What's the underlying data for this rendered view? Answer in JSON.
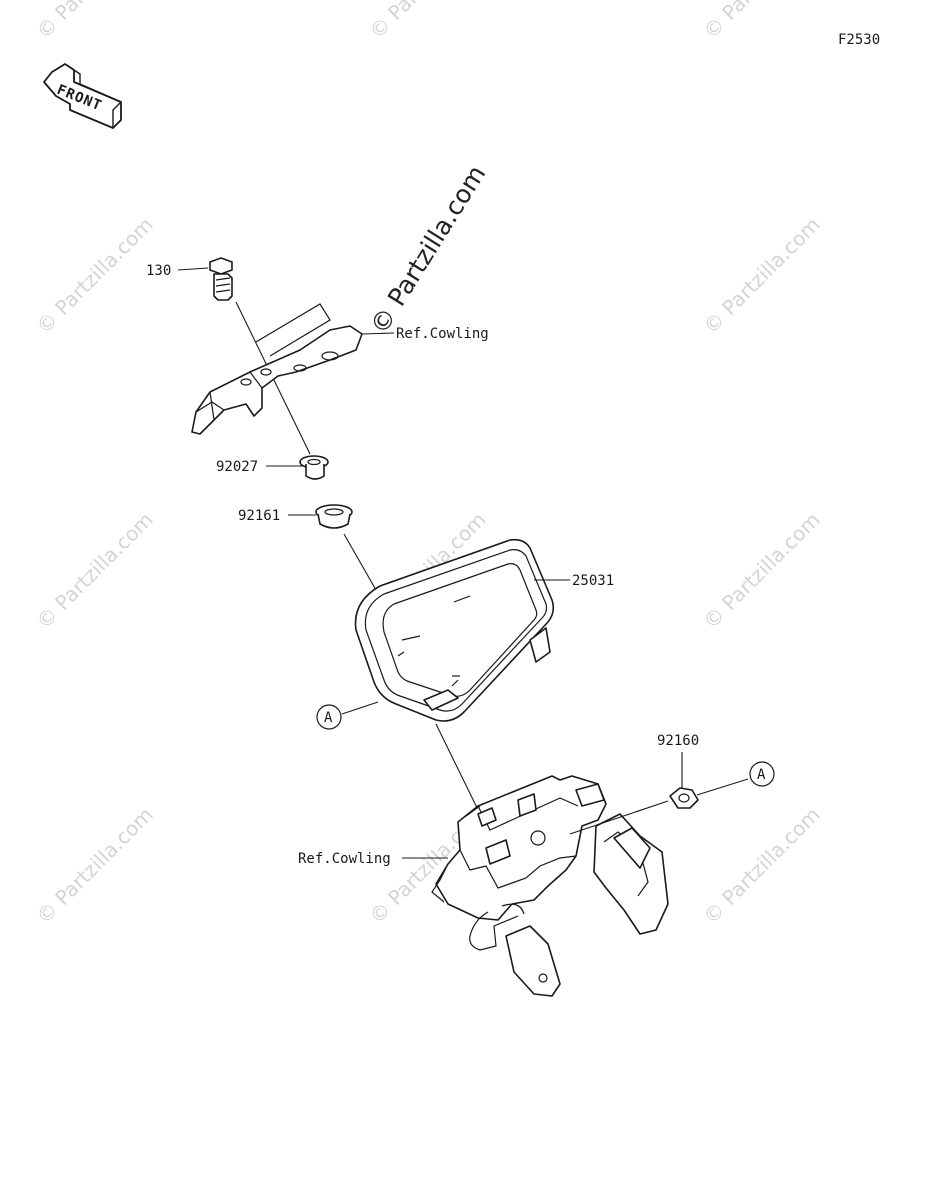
{
  "figure_code": "F2530",
  "front_arrow": {
    "label": "FRONT",
    "icon": "front-direction-arrow-icon"
  },
  "watermark": {
    "text": "© Partzilla.com",
    "center_text": "© Partzilla.com",
    "color": "#d4d4d4"
  },
  "callouts": {
    "bolt": "130",
    "ref_cowling_top": "Ref.Cowling",
    "collar": "92027",
    "grommet": "92161",
    "meter_assy": "25031",
    "ref_a_left": "A",
    "nut": "92160",
    "ref_a_right": "A",
    "ref_cowling_bottom": "Ref.Cowling"
  }
}
